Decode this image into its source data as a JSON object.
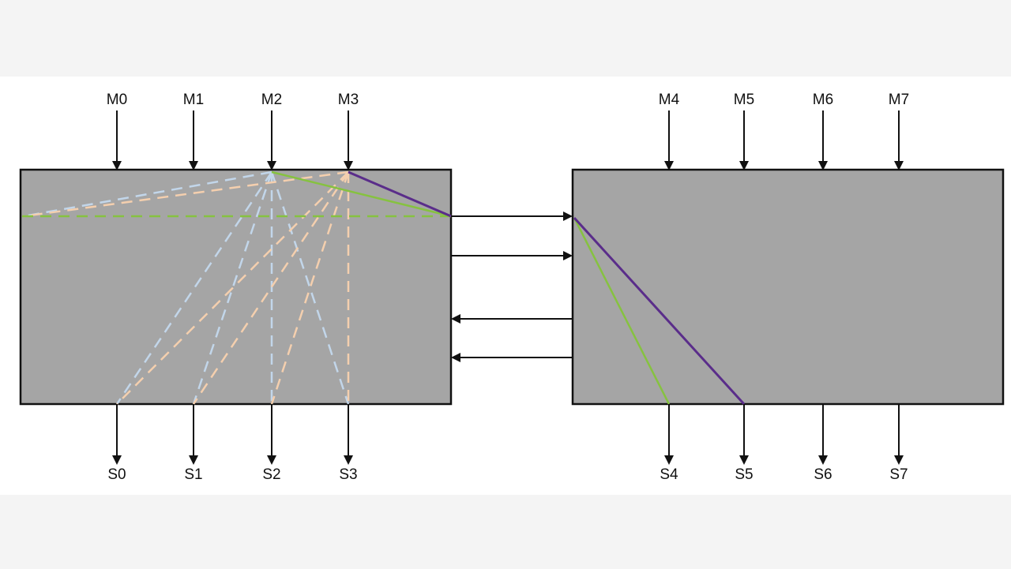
{
  "left_switch": {
    "masters": [
      "M0",
      "M1",
      "M2",
      "M3"
    ],
    "slaves": [
      "S0",
      "S1",
      "S2",
      "S3"
    ]
  },
  "right_switch": {
    "masters": [
      "M4",
      "M5",
      "M6",
      "M7"
    ],
    "slaves": [
      "S4",
      "S5",
      "S6",
      "S7"
    ]
  },
  "colors": {
    "box_fill": "#a5a5a5",
    "box_stroke": "#111111",
    "arrow": "#111111",
    "path_blue": "#c2d6ea",
    "path_peach": "#f4cfae",
    "path_green": "#86c240",
    "path_purple": "#5a2d8a",
    "panel_bg": "#ffffff"
  },
  "interconnect": {
    "left_to_right_links": 2,
    "right_to_left_links": 2
  }
}
